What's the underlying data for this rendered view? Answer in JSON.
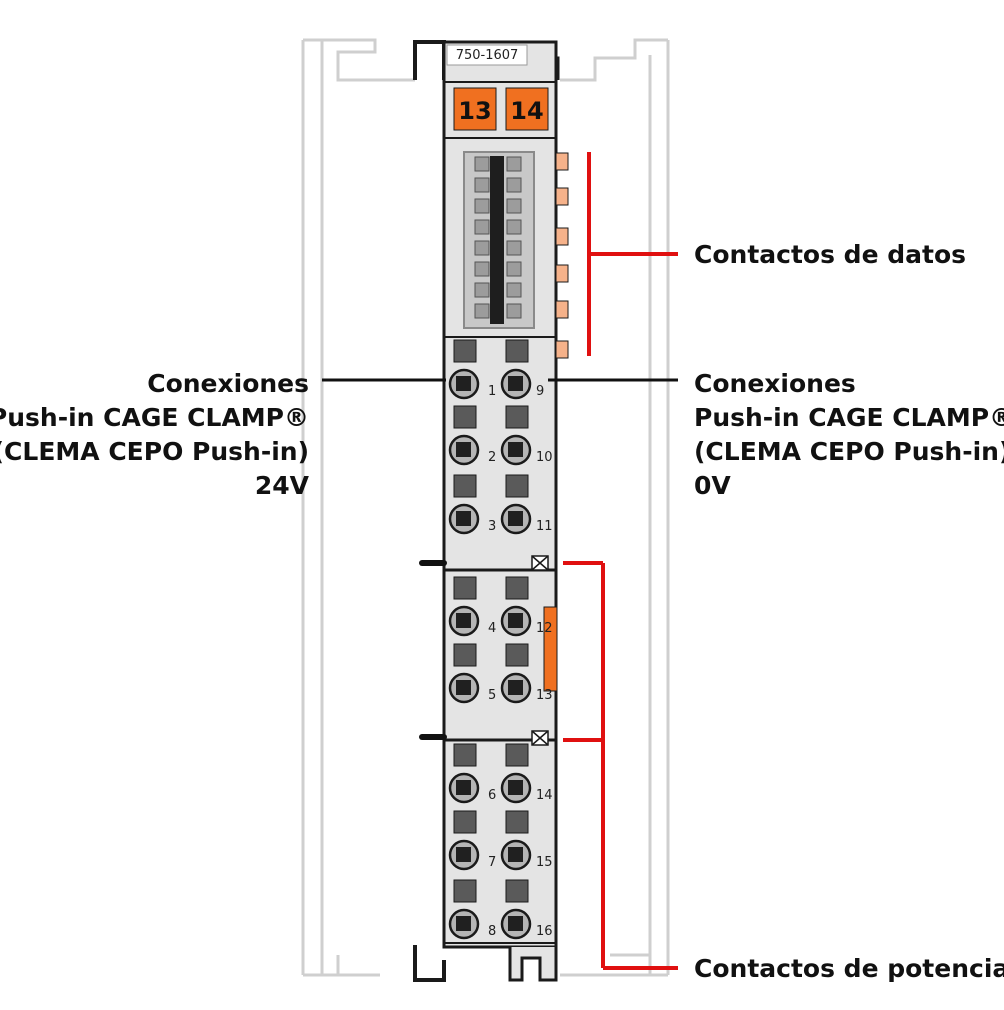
{
  "module": {
    "part_number": "750-1607",
    "marker_left": "13",
    "marker_right": "14"
  },
  "terminals": {
    "left": [
      "1",
      "2",
      "3",
      "4",
      "5",
      "6",
      "7",
      "8"
    ],
    "right": [
      "9",
      "10",
      "11",
      "12",
      "13",
      "14",
      "15",
      "16"
    ]
  },
  "callouts": {
    "data_contacts": "Contactos de datos",
    "left_connections": [
      "Conexiones",
      "Push-in CAGE CLAMP®",
      "(CLEMA CEPO Push-in)",
      "24V"
    ],
    "right_connections": [
      "Conexiones",
      "Push-in CAGE CLAMP®",
      "(CLEMA CEPO Push-in)",
      "0V"
    ],
    "power_contacts": "Contactos de potencia"
  },
  "colors": {
    "housing": "#e4e4e4",
    "outline": "#1a1a1a",
    "marker_orange": "#f07020",
    "contact_orange": "#f6b28a",
    "leader_red": "#e01010",
    "rail_ghost": "#cfcfcf"
  }
}
